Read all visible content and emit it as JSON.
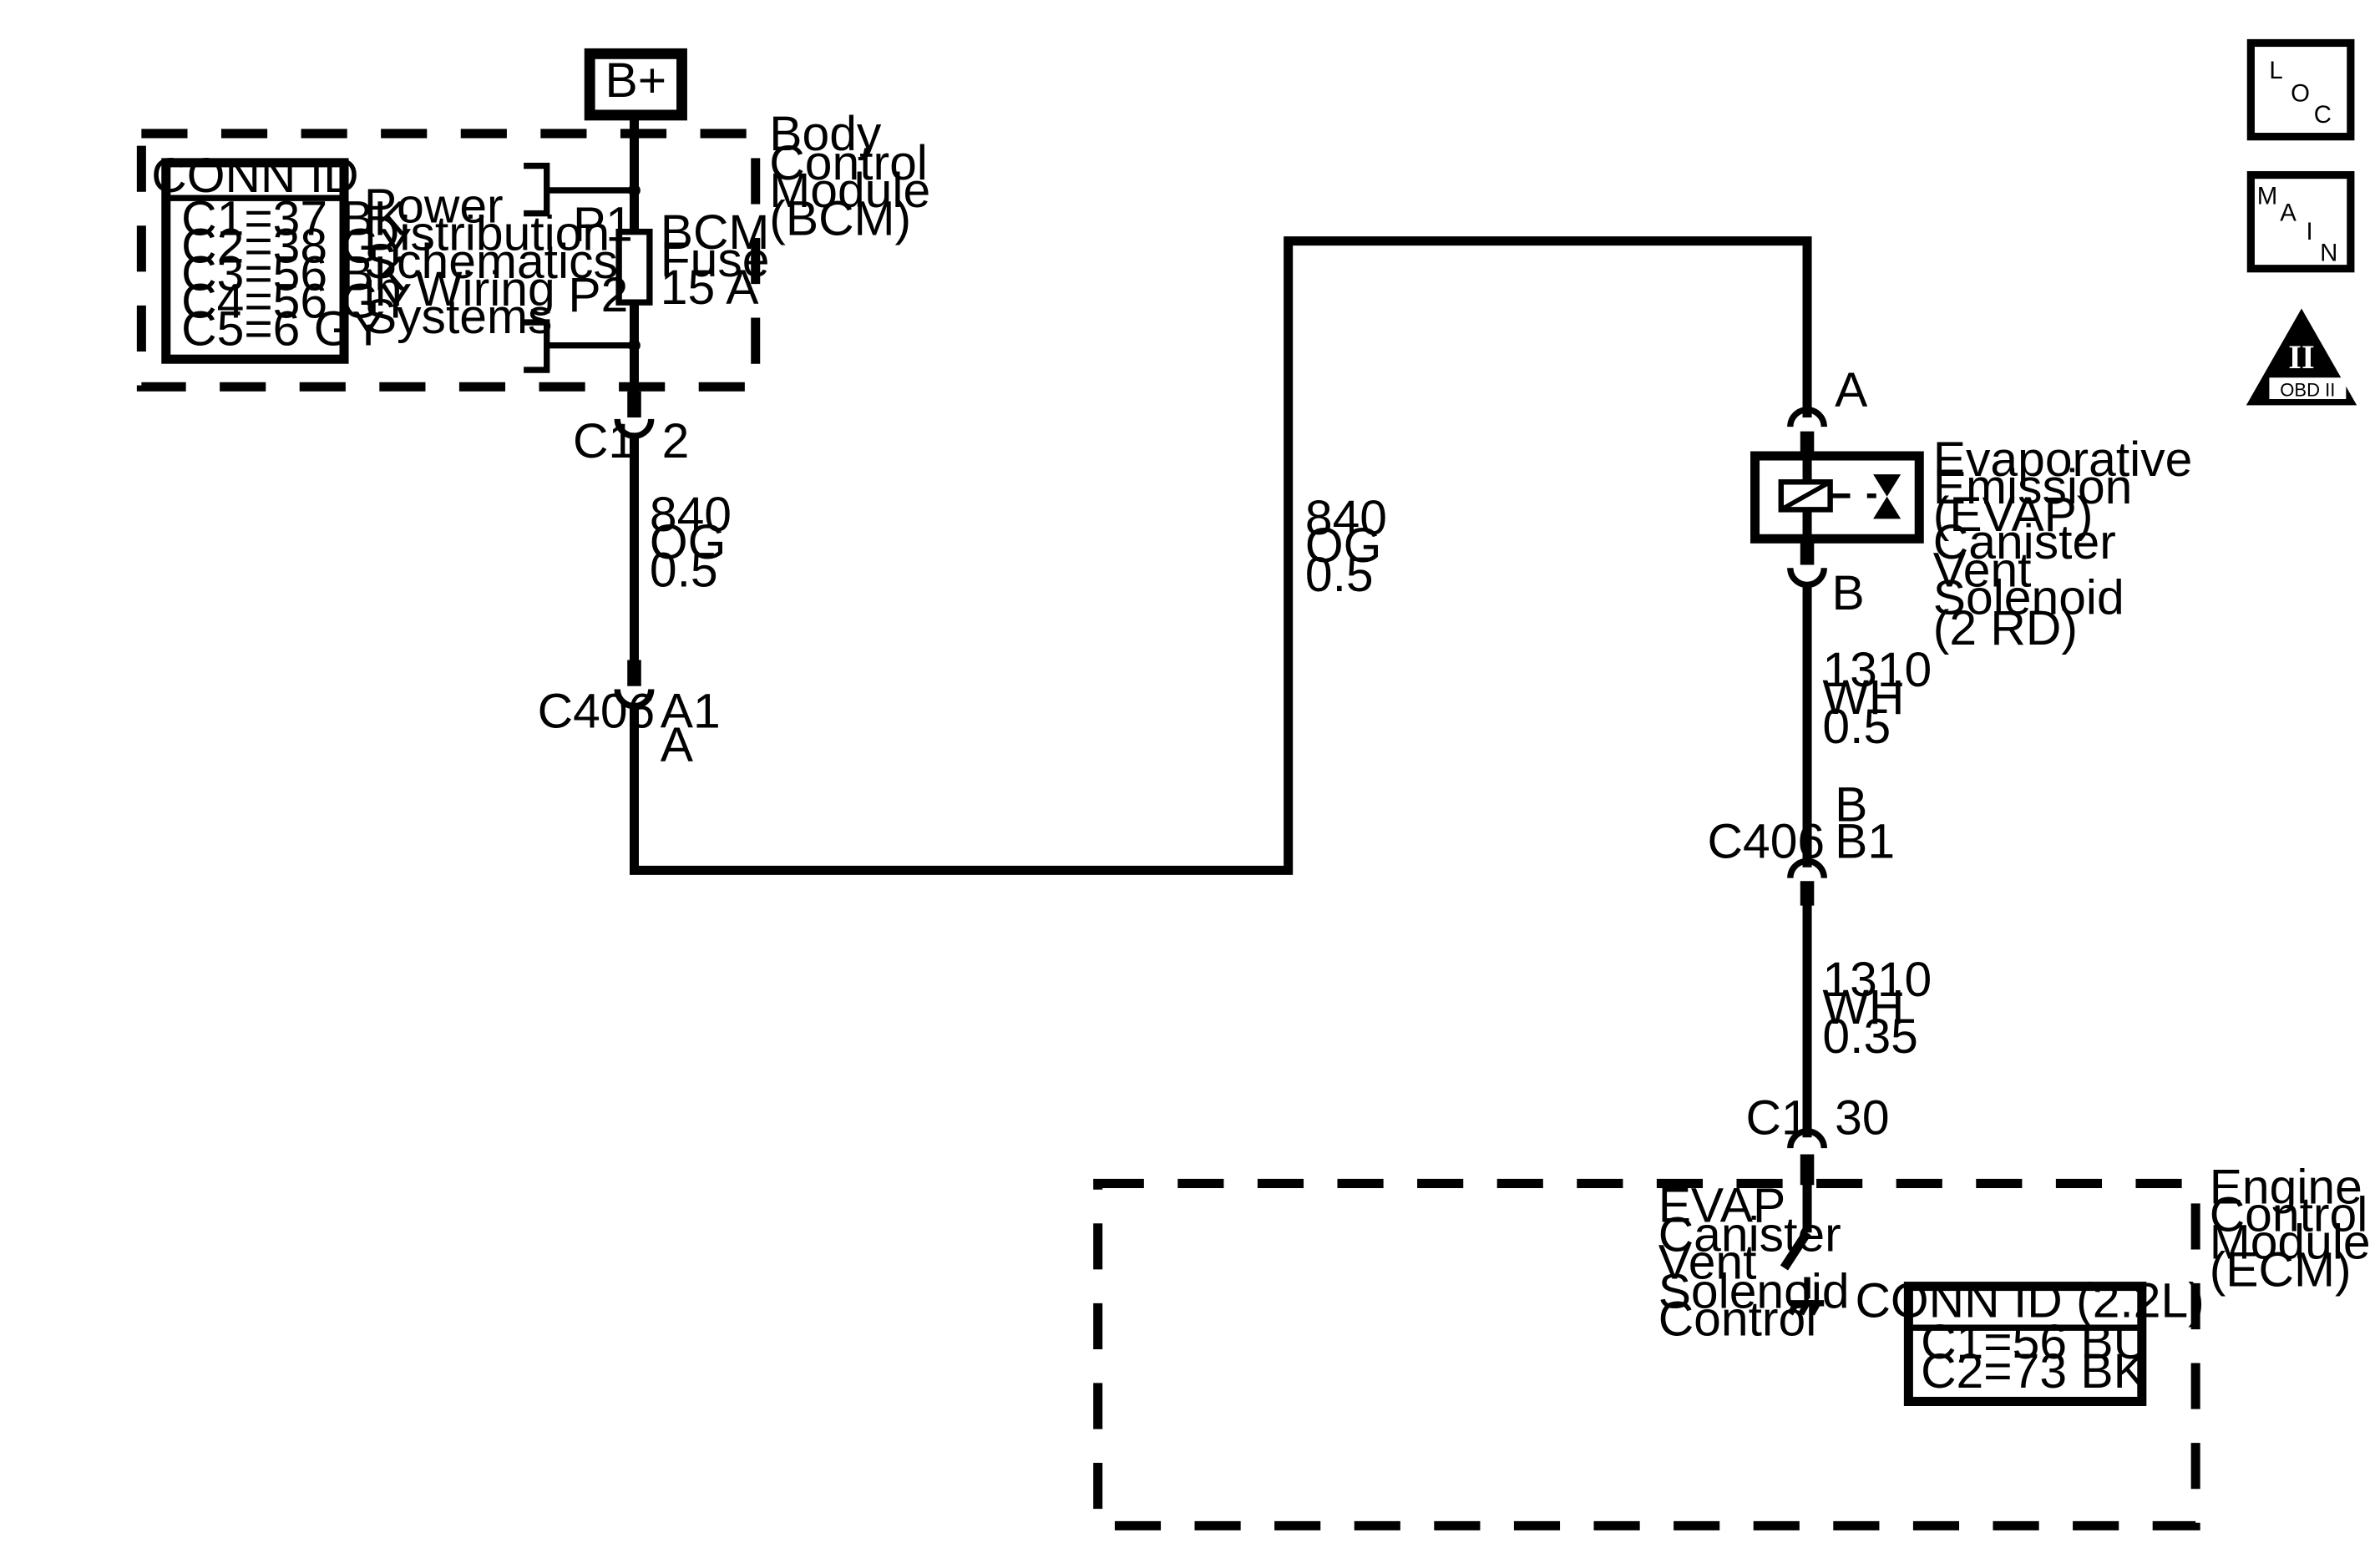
{
  "power_source": {
    "label": "B+"
  },
  "bcm": {
    "name_lines": [
      "Body",
      "Control",
      "Module",
      "(BCM)"
    ],
    "conn_id": {
      "title": "CONN ID",
      "rows": [
        "C1=37 BK",
        "C2=38 GY",
        "C3=56 BK",
        "C4=56 GY",
        "C5=6 GY"
      ]
    },
    "power_distribution_lines": [
      "Power",
      "Distribution",
      "Schematics",
      "in Wiring",
      "Systems"
    ],
    "fuse": {
      "lines": [
        "BCM",
        "Fuse",
        "15 A"
      ],
      "p1": "P1",
      "p2": "P2"
    },
    "connector": {
      "name": "C1",
      "pin": "2"
    }
  },
  "wires": {
    "left_vertical": {
      "lines": [
        "840",
        "OG",
        "0.5"
      ]
    },
    "middle_vertical": {
      "lines": [
        "840",
        "OG",
        "0.5"
      ]
    },
    "solenoid_to_c406": {
      "lines": [
        "1310",
        "WH",
        "0.5"
      ]
    },
    "c406_to_ecm": {
      "lines": [
        "1310",
        "WH",
        "0.35"
      ]
    }
  },
  "c406_left": {
    "name": "C406",
    "pin_a1": "A1",
    "pin_a": "A"
  },
  "c406_right": {
    "pin_b_top": "B",
    "name": "C406",
    "pin_b1": "B1"
  },
  "solenoid": {
    "name_lines": [
      "Evaporative",
      "Emission",
      "(EVAP)",
      "Canister",
      "Vent",
      "Solenoid",
      "(2 RD)"
    ],
    "pin_a": "A",
    "pin_b": "B"
  },
  "ecm": {
    "name_lines": [
      "Engine",
      "Control",
      "Module",
      "(ECM)"
    ],
    "connector": {
      "name": "C1",
      "pin": "30"
    },
    "control_label_lines": [
      "EVAP",
      "Canister",
      "Vent",
      "Solenoid",
      "Control"
    ],
    "conn_id": {
      "title": "CONN ID (2.2L)",
      "rows": [
        "C1=56 BU",
        "C2=73 BK"
      ]
    }
  },
  "nav": {
    "loc": {
      "letters": [
        "L",
        "O",
        "C"
      ]
    },
    "main": {
      "letters": [
        "M",
        "A",
        "I",
        "N"
      ]
    },
    "obd": {
      "symbol": "II",
      "label": "OBD II"
    }
  }
}
